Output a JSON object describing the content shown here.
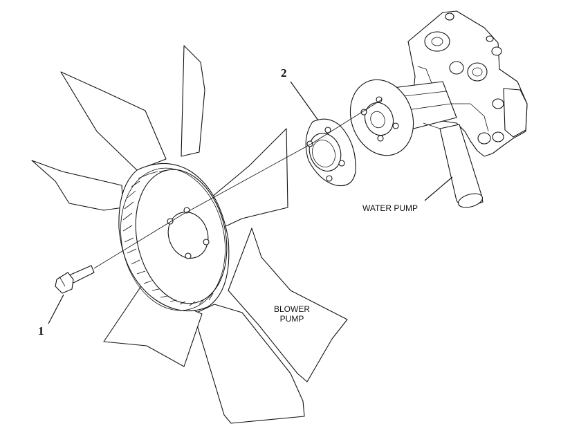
{
  "labels": {
    "water_pump": "WATER PUMP",
    "blower_pump_line1": "BLOWER",
    "blower_pump_line2": "PUMP"
  },
  "callouts": {
    "item_1": "1",
    "item_2": "2"
  },
  "colors": {
    "line": "#111111",
    "background": "#ffffff"
  }
}
